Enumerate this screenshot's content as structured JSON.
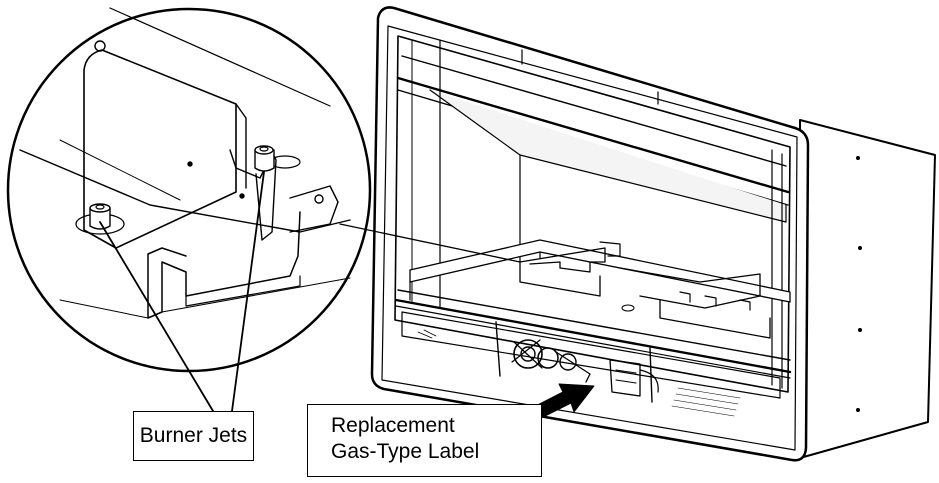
{
  "labels": {
    "burner_jets": "Burner Jets",
    "replacement_line1": "Replacement",
    "replacement_line2": "Gas-Type Label"
  },
  "colors": {
    "line": "#000000",
    "background": "#ffffff",
    "panel_shade": "#f4f4f4"
  }
}
